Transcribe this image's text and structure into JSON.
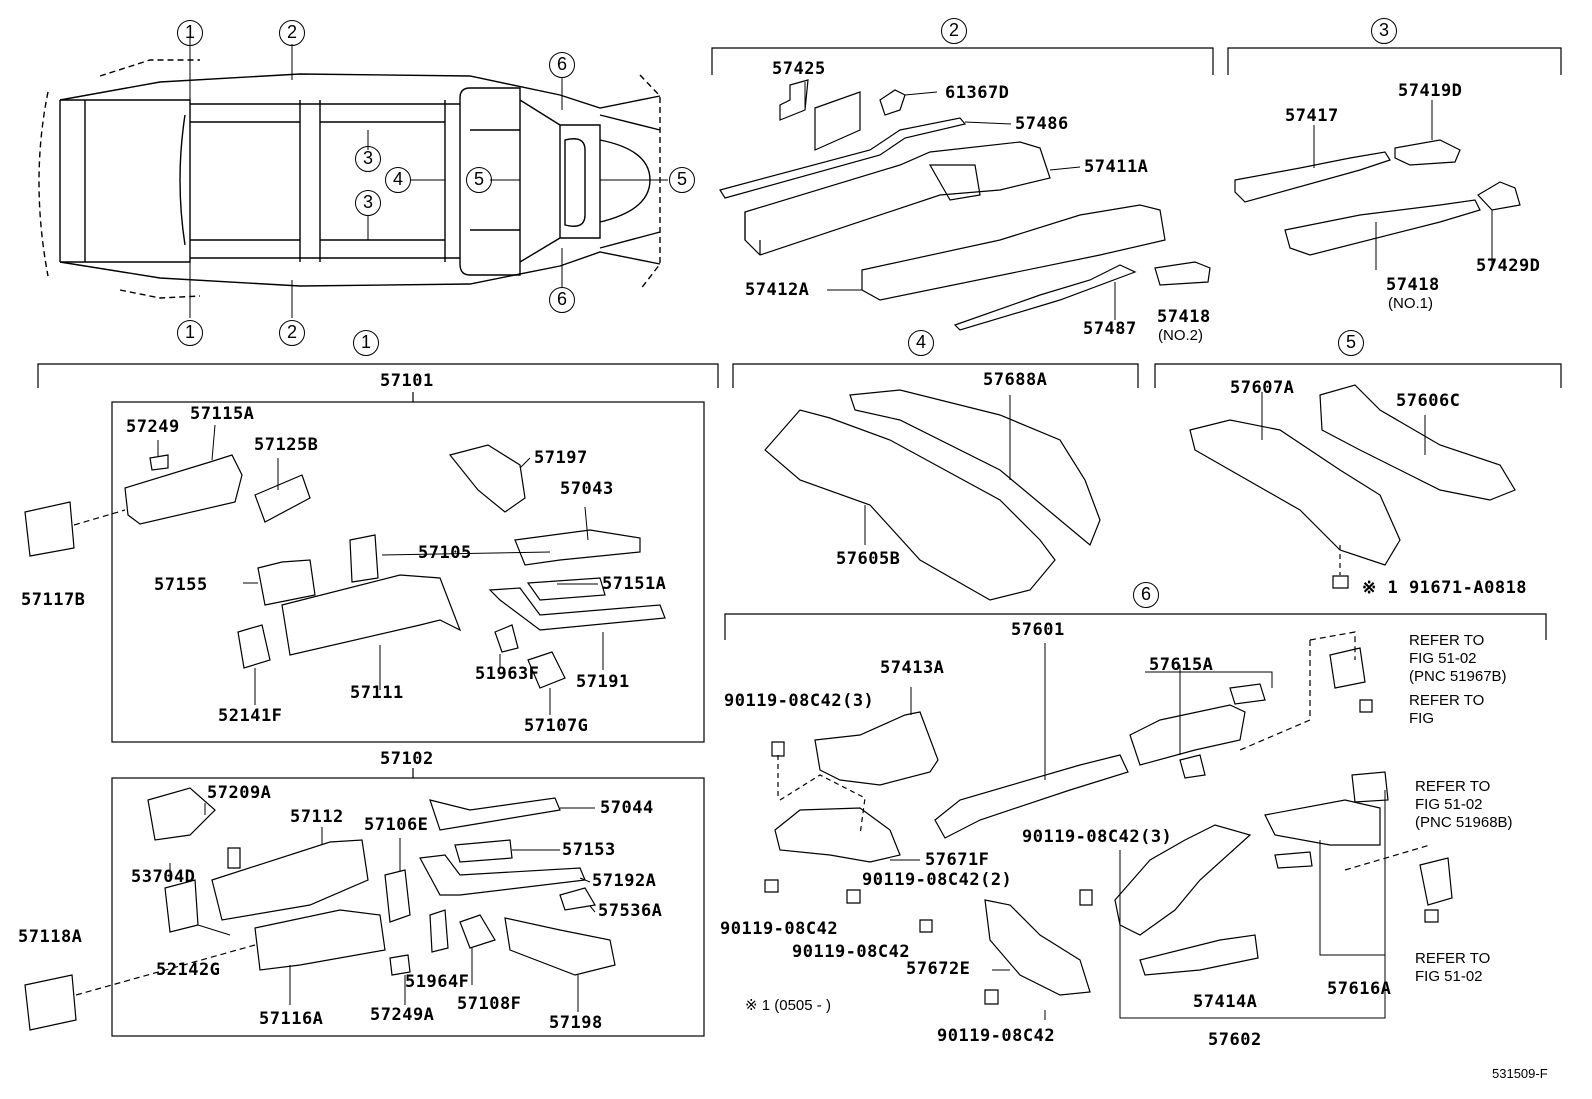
{
  "callouts": {
    "c1": "1",
    "c2": "2",
    "c3": "3",
    "c4": "4",
    "c5": "5",
    "c6": "6"
  },
  "labels": {
    "p57425": "57425",
    "p61367D": "61367D",
    "p57486": "57486",
    "p57411A": "57411A",
    "p57412A": "57412A",
    "p57487": "57487",
    "p57418b": "57418",
    "no2": "(NO.2)",
    "p57417": "57417",
    "p57419D": "57419D",
    "p57418a": "57418",
    "no1": "(NO.1)",
    "p57429D": "57429D",
    "p57101": "57101",
    "p57249": "57249",
    "p57115A": "57115A",
    "p57125B": "57125B",
    "p57117B": "57117B",
    "p57197": "57197",
    "p57043": "57043",
    "p57105": "57105",
    "p57155": "57155",
    "p57151A": "57151A",
    "p57111": "57111",
    "p52141F": "52141F",
    "p51963F": "51963F",
    "p57191": "57191",
    "p57107G": "57107G",
    "p57102": "57102",
    "p57209A": "57209A",
    "p57112": "57112",
    "p57106E": "57106E",
    "p57044": "57044",
    "p57153": "57153",
    "p57192A": "57192A",
    "p57536A": "57536A",
    "p53704D": "53704D",
    "p52142G": "52142G",
    "p57118A": "57118A",
    "p51964F": "51964F",
    "p57116A": "57116A",
    "p57249A": "57249A",
    "p57108F": "57108F",
    "p57198": "57198",
    "p57688A": "57688A",
    "p57605B": "57605B",
    "p57607A": "57607A",
    "p57606C": "57606C",
    "note1": "※ 1  91671-A0818",
    "p57601": "57601",
    "p57413A": "57413A",
    "p57615A": "57615A",
    "b1": "90119-08C42(3)",
    "p57671F": "57671F",
    "b2": "90119-08C42(2)",
    "b3": "90119-08C42",
    "b4": "90119-08C42",
    "b5": "90119-08C42(3)",
    "p57672E": "57672E",
    "b6": "90119-08C42",
    "p57414A": "57414A",
    "p57602": "57602",
    "p57616A": "57616A",
    "note2": "※ 1 (0505 -          )",
    "ref1a": "REFER TO",
    "ref1b": "FIG  51-02",
    "ref1c": "(PNC  51967B)",
    "ref2a": "REFER TO",
    "ref2b": "FIG",
    "ref3a": "REFER TO",
    "ref3b": "FIG  51-02",
    "ref3c": "(PNC  51968B)",
    "ref4a": "REFER TO",
    "ref4b": "FIG  51-02",
    "figcode": "531509-F"
  }
}
